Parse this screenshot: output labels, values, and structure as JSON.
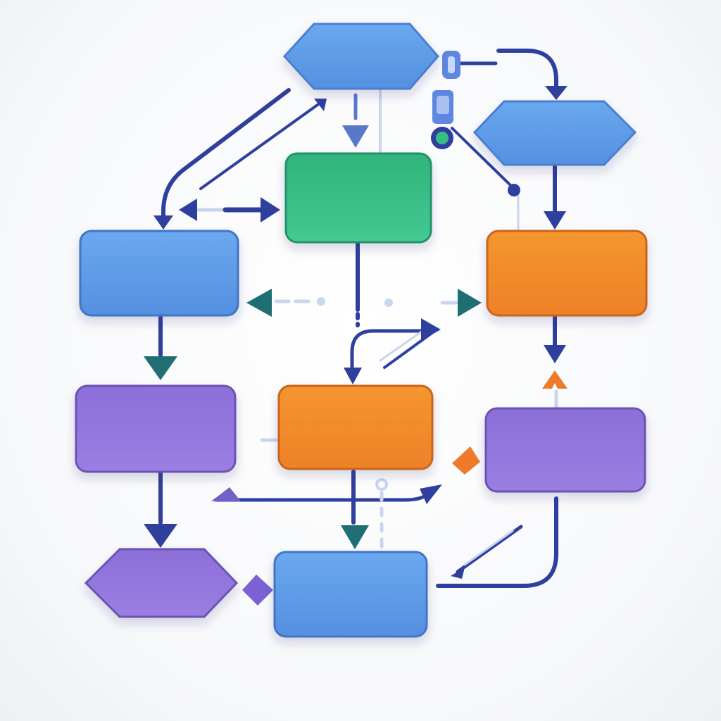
{
  "diagram": {
    "colors": {
      "blue": "#5f9ce6",
      "blue_dark": "#3f74c8",
      "green": "#39bd86",
      "green_dark": "#23926a",
      "orange": "#f28a2c",
      "orange_dark": "#c9651a",
      "purple": "#8f72db",
      "purple_dark": "#6b52b3",
      "connector": "#2f3f9e",
      "arrowhead_teal": "#1f6e73",
      "accent_orange": "#ee7a2a"
    },
    "nodes": [
      {
        "id": "n1",
        "shape": "hexagon",
        "color": "blue",
        "label": ""
      },
      {
        "id": "n2",
        "shape": "hexagon",
        "color": "blue",
        "label": ""
      },
      {
        "id": "n3",
        "shape": "rect",
        "color": "green",
        "label": ""
      },
      {
        "id": "n4",
        "shape": "rect",
        "color": "blue",
        "label": ""
      },
      {
        "id": "n5",
        "shape": "rect",
        "color": "orange",
        "label": ""
      },
      {
        "id": "n6",
        "shape": "rect",
        "color": "purple",
        "label": ""
      },
      {
        "id": "n7",
        "shape": "rect",
        "color": "orange",
        "label": ""
      },
      {
        "id": "n8",
        "shape": "rect",
        "color": "purple",
        "label": ""
      },
      {
        "id": "n9",
        "shape": "hexagon",
        "color": "purple",
        "label": ""
      },
      {
        "id": "n10",
        "shape": "rect",
        "color": "blue",
        "label": ""
      }
    ],
    "edges": [
      {
        "from": "n1",
        "to": "n3"
      },
      {
        "from": "n1",
        "to": "n4"
      },
      {
        "from": "n1",
        "to": "n2"
      },
      {
        "from": "n2",
        "to": "n5"
      },
      {
        "from": "n3",
        "to": "n4"
      },
      {
        "from": "n3",
        "to": "n7"
      },
      {
        "from": "n4",
        "to": "n6"
      },
      {
        "from": "n5",
        "to": "n8"
      },
      {
        "from": "n6",
        "to": "n9"
      },
      {
        "from": "n7",
        "to": "n10"
      },
      {
        "from": "n8",
        "to": "n10"
      }
    ]
  }
}
